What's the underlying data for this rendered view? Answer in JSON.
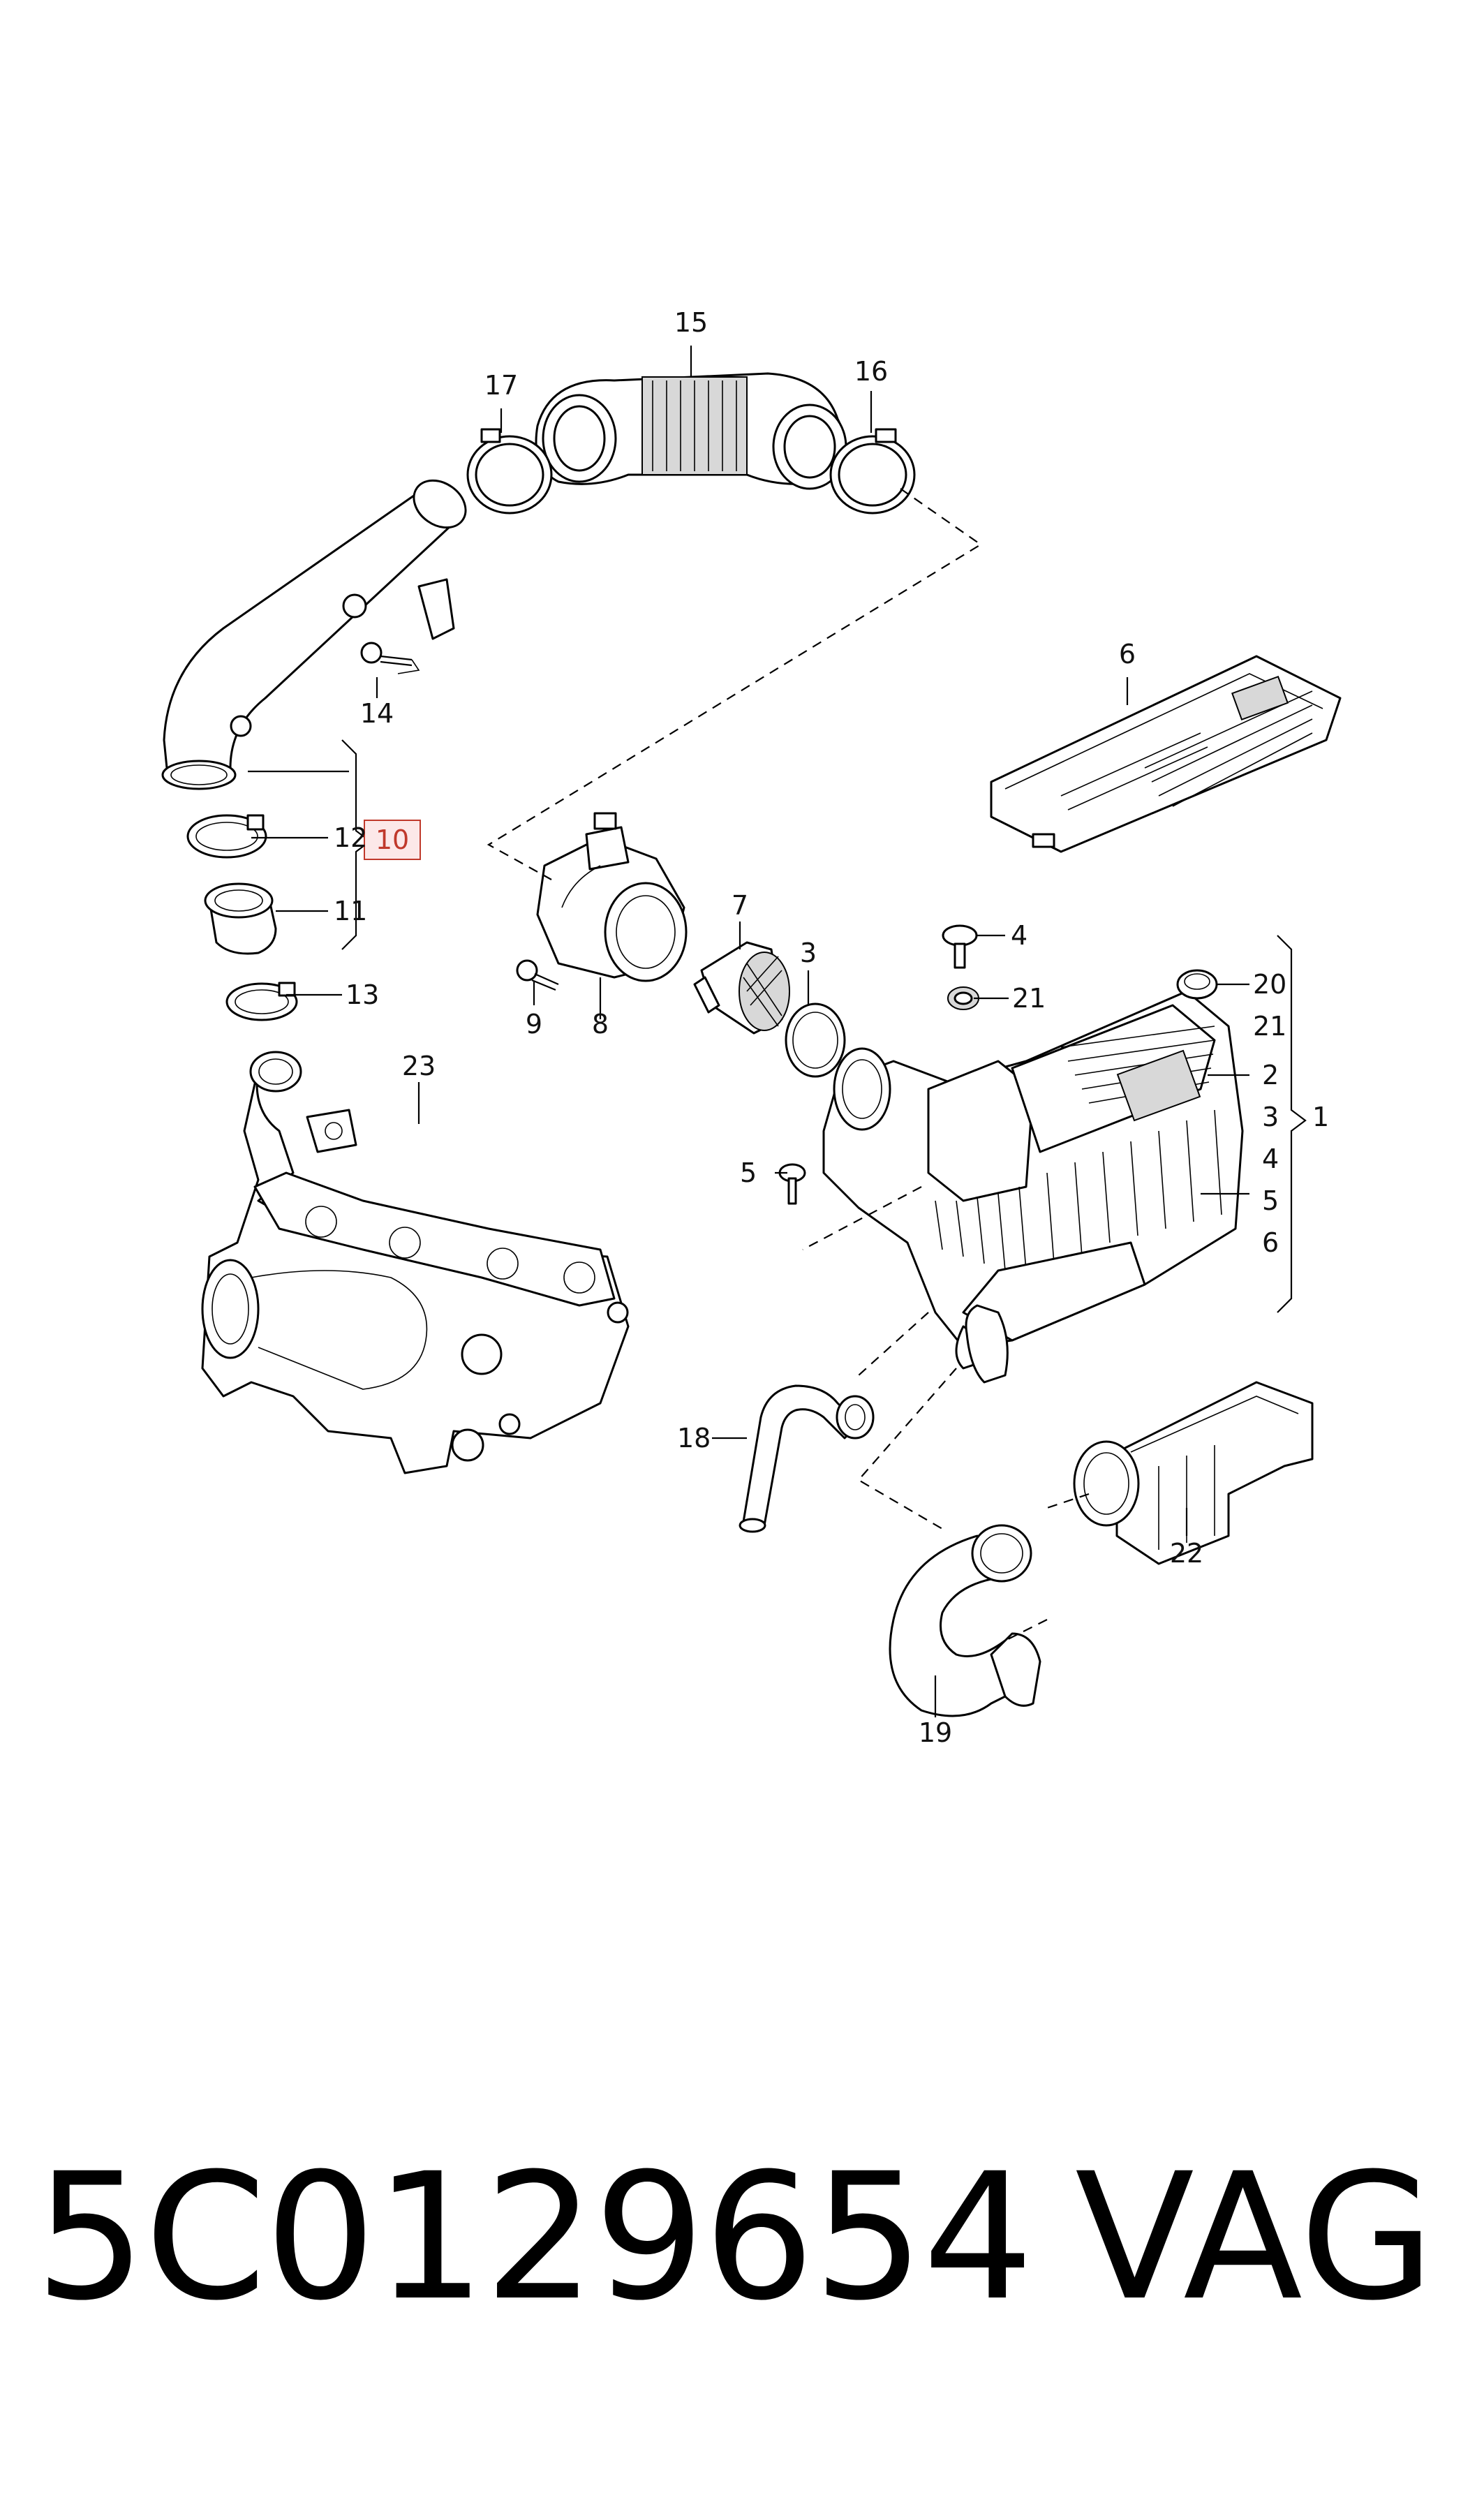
{
  "callouts": {
    "c1": "1",
    "c2": "2",
    "c3a": "3",
    "c3b": "3",
    "c4a": "4",
    "c4b": "4",
    "c5a": "5",
    "c5b": "5",
    "c6a": "6",
    "c6b": "6",
    "c7": "7",
    "c8": "8",
    "c9": "9",
    "c10": "10",
    "c11": "11",
    "c12": "12",
    "c13": "13",
    "c14": "14",
    "c15": "15",
    "c16": "16",
    "c17": "17",
    "c18": "18",
    "c19": "19",
    "c20": "20",
    "c21a": "21",
    "c21b": "21",
    "c22": "22",
    "c23": "23"
  },
  "highlight_color": "#c0392b",
  "footer": {
    "part_number": "5C0129654",
    "brand": "VAG"
  }
}
